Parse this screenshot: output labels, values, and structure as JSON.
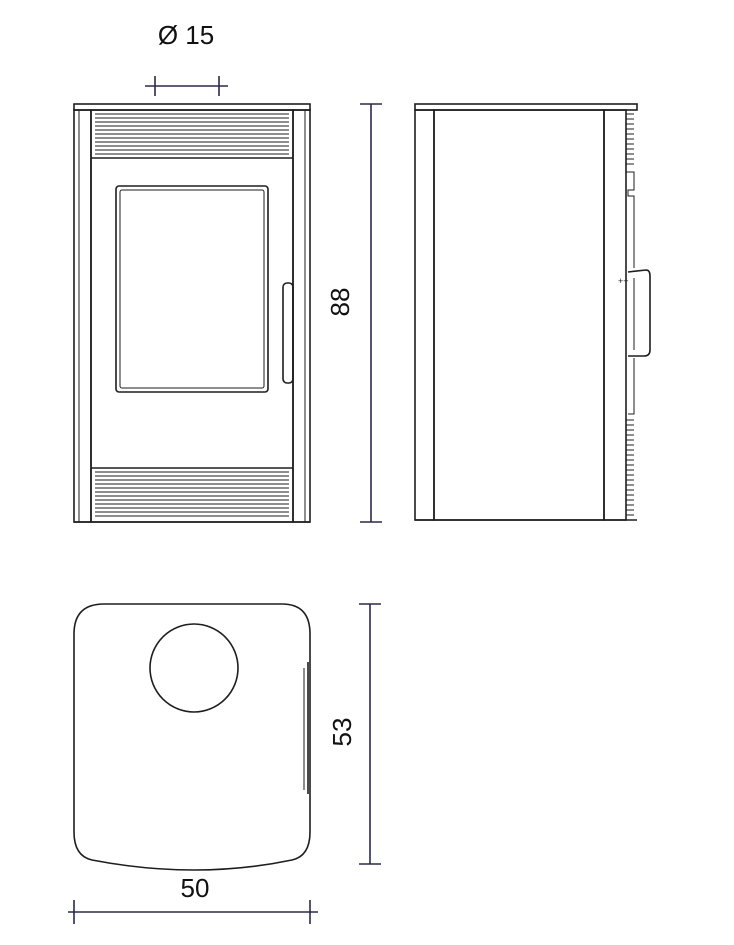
{
  "dimensions": {
    "flue_diameter": "Ø 15",
    "height": "88",
    "depth": "53",
    "width": "50"
  },
  "colors": {
    "line": "#1e1e1e",
    "dimension_line": "#2a2a4a",
    "background": "#ffffff"
  }
}
